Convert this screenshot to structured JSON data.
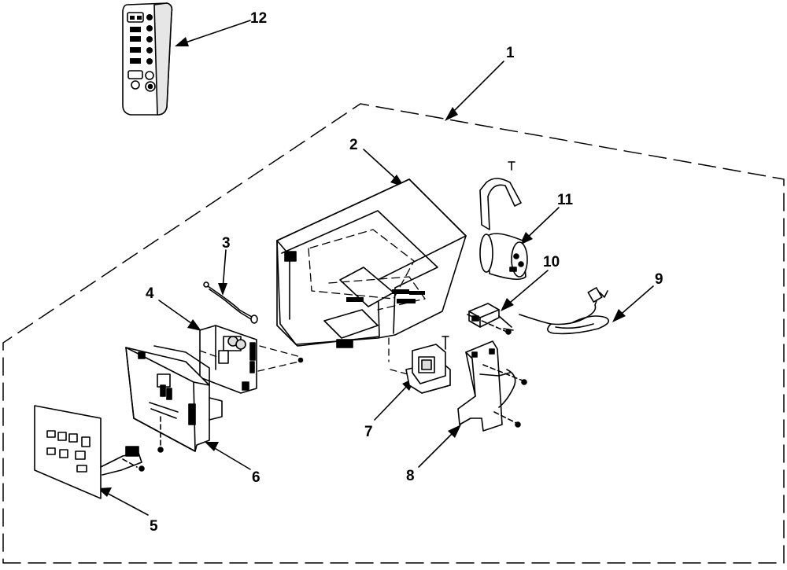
{
  "diagram": {
    "callouts": [
      {
        "id": "1",
        "label": "1"
      },
      {
        "id": "2",
        "label": "2"
      },
      {
        "id": "3",
        "label": "3"
      },
      {
        "id": "4",
        "label": "4"
      },
      {
        "id": "5",
        "label": "5"
      },
      {
        "id": "6",
        "label": "6"
      },
      {
        "id": "7",
        "label": "7"
      },
      {
        "id": "8",
        "label": "8"
      },
      {
        "id": "9",
        "label": "9"
      },
      {
        "id": "10",
        "label": "10"
      },
      {
        "id": "11",
        "label": "11"
      },
      {
        "id": "12",
        "label": "12"
      }
    ]
  },
  "colors": {
    "line": "#000000",
    "background": "#ffffff",
    "part_fill": "#ffffff",
    "part_shade": "#d9d9d9"
  }
}
